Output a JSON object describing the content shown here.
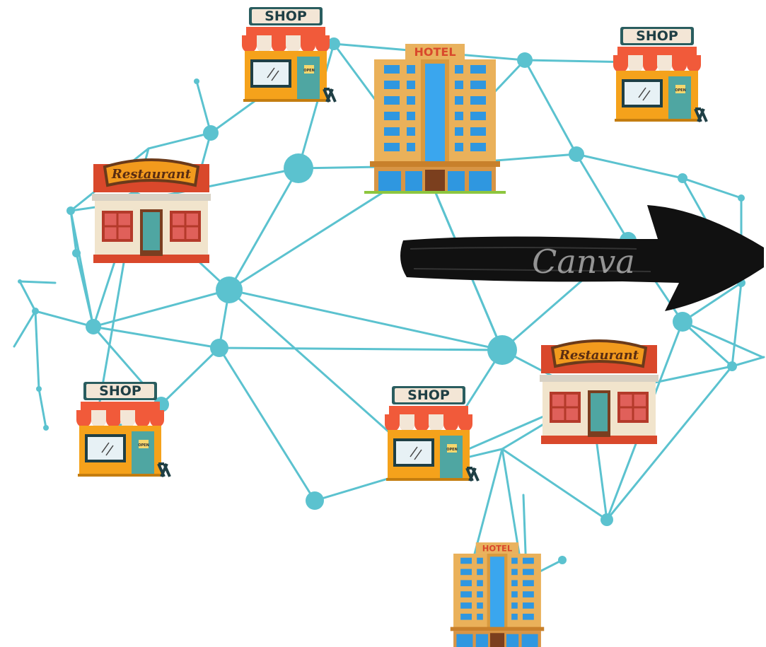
{
  "colors": {
    "network": "#5bc2cf",
    "arrow": "#111111",
    "awning_red": "#f15a3a",
    "wall_orange": "#f5a21b",
    "hotel_wall": "#e9b25e",
    "window_blue": "#2f97e0",
    "restaurant_brick": "#d9482b"
  },
  "signs": {
    "shop": "SHOP",
    "hotel": "HOTEL",
    "restaurant": "Restaurant",
    "open": "OPEN"
  },
  "watermark": "Canva",
  "buildings": [
    {
      "kind": "shop",
      "name": "shop-top-left"
    },
    {
      "kind": "hotel",
      "name": "hotel-top-center"
    },
    {
      "kind": "shop",
      "name": "shop-top-right"
    },
    {
      "kind": "restaurant",
      "name": "restaurant-left"
    },
    {
      "kind": "shop",
      "name": "shop-bottom-left"
    },
    {
      "kind": "shop",
      "name": "shop-bottom-center"
    },
    {
      "kind": "restaurant",
      "name": "restaurant-right"
    },
    {
      "kind": "hotel",
      "name": "hotel-bottom"
    }
  ],
  "arrow_direction": "right"
}
